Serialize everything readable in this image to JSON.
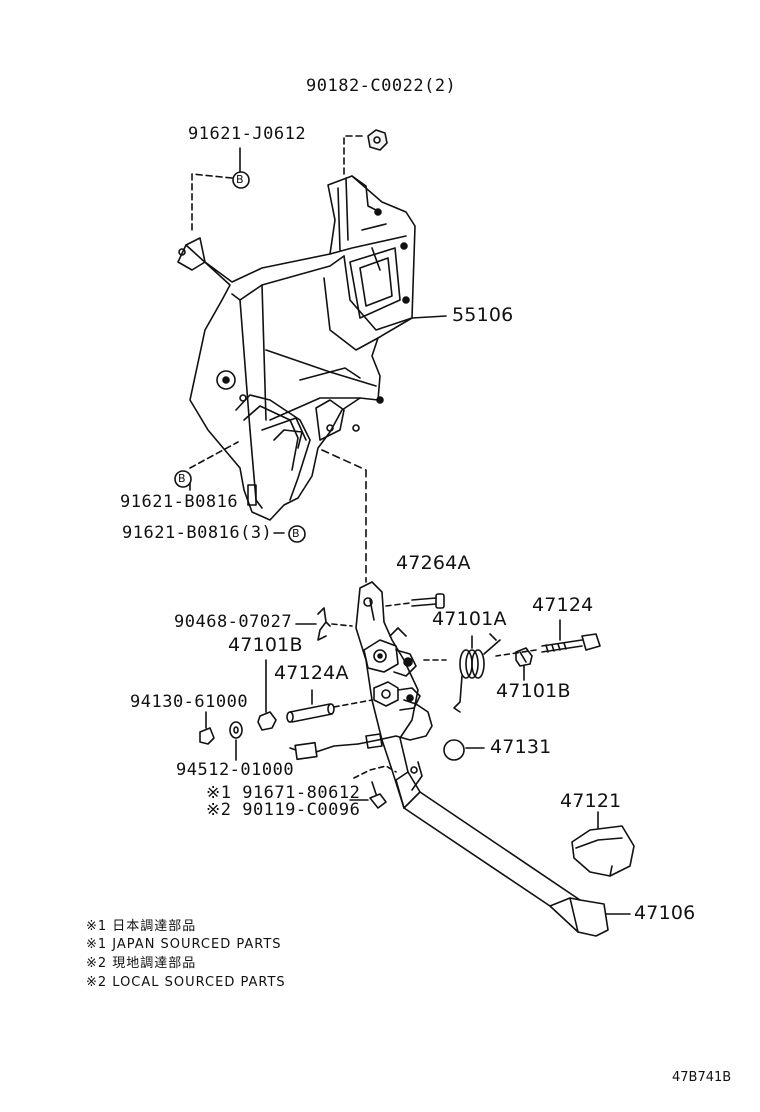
{
  "labels": {
    "p90182": "90182-C0022(2)",
    "p91621_j": "91621-J0612",
    "p55106": "55106",
    "p91621_b1": "91621-B0816",
    "p91621_b3": "91621-B0816(3)",
    "p47264a": "47264A",
    "p90468": "90468-07027",
    "p47101a": "47101A",
    "p47124": "47124",
    "p47101b_left": "47101B",
    "p47124a": "47124A",
    "p47101b_right": "47101B",
    "p94130": "94130-61000",
    "p47131": "47131",
    "p94512": "94512-01000",
    "p91671": "※1 91671-80612",
    "p90119": "※2 90119-C0096",
    "p47121": "47121",
    "p47106": "47106"
  },
  "markers": {
    "b": "B"
  },
  "notes": [
    "※1 日本調達部品",
    "※1 JAPAN SOURCED PARTS",
    "※2 現地調達部品",
    "※2 LOCAL SOURCED PARTS"
  ],
  "diagram_code": "47B741B"
}
